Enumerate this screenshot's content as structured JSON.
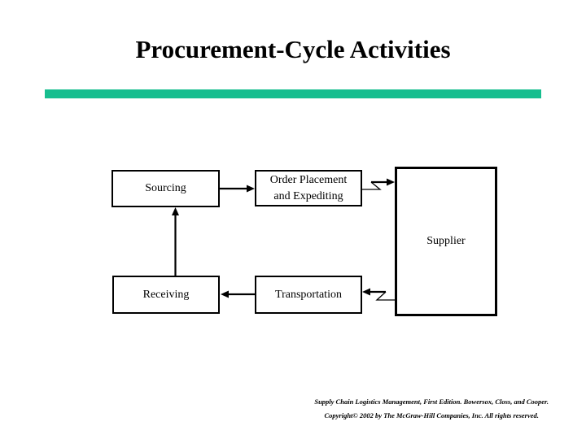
{
  "slide": {
    "title": "Procurement-Cycle Activities",
    "accent_color": "#17be8f"
  },
  "diagram": {
    "nodes": {
      "sourcing": {
        "label": "Sourcing"
      },
      "order_placement": {
        "line1": "Order Placement",
        "line2": "and Expediting"
      },
      "supplier": {
        "label": "Supplier"
      },
      "receiving": {
        "label": "Receiving"
      },
      "transportation": {
        "label": "Transportation"
      }
    },
    "connectors": [
      {
        "from": "sourcing",
        "to": "order_placement",
        "style": "straight-arrow"
      },
      {
        "from": "order_placement",
        "to": "supplier",
        "style": "zigzag-arrow"
      },
      {
        "from": "supplier",
        "to": "transportation",
        "style": "zigzag-arrow"
      },
      {
        "from": "transportation",
        "to": "receiving",
        "style": "straight-arrow"
      },
      {
        "from": "receiving",
        "to": "sourcing",
        "style": "straight-arrow"
      }
    ]
  },
  "footer": {
    "line1": "Supply Chain Logistics Management, First Edition. Bowersox, Closs, and Cooper.",
    "line2": "Copyright© 2002 by The McGraw-Hill Companies, Inc. All rights reserved."
  }
}
